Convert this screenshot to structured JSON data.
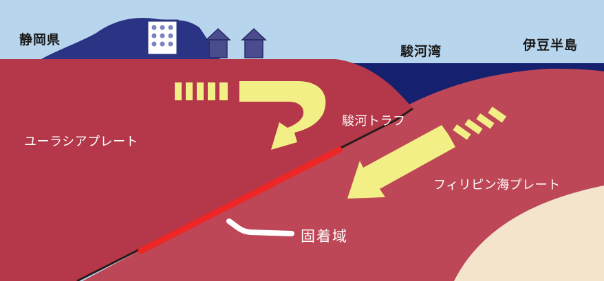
{
  "labels": {
    "shizuoka": "静岡県",
    "suruga_bay": "駿河湾",
    "izu_peninsula": "伊豆半島",
    "eurasian_plate": "ユーラシアプレート",
    "suruga_trough": "駿河トラフ",
    "philippine_sea_plate": "フィリピン海プレート",
    "locked_zone": "固着域"
  },
  "colors": {
    "sky": "#b7d5ec",
    "mountain": "#2b3385",
    "sea": "#15206f",
    "eurasian_plate": "#b4384a",
    "philippine_plate": "#bd4757",
    "underlay": "#f4e4cc",
    "arrow": "#f2ef86",
    "locked_zone": "#ee2626"
  },
  "icons": [
    "mountain-icon",
    "building-icon",
    "house-icon",
    "curved-arrow-icon",
    "straight-arrow-icon"
  ]
}
